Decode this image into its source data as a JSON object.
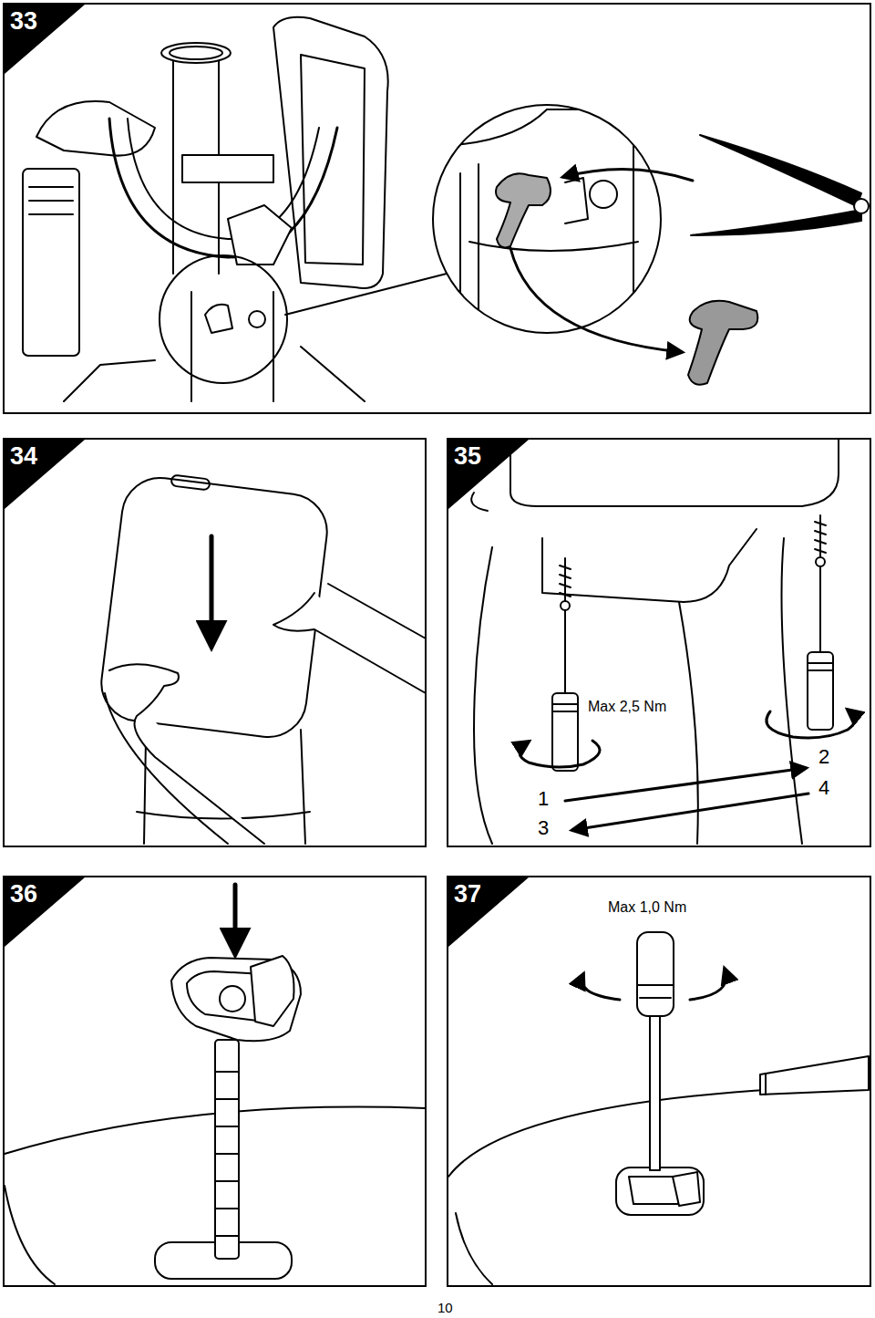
{
  "diagram": {
    "nodes": [
      {
        "text": [
          "33"
        ]
      },
      {
        "text": [
          "34"
        ]
      },
      {
        "text": [
          "35"
        ]
      },
      {
        "text": [
          "36"
        ]
      },
      {
        "text": [
          "37"
        ]
      }
    ],
    "edges": [],
    "labels": [
      "Max 2,5 Nm",
      "2",
      "4",
      "1",
      "3",
      "Max 1,0 Nm",
      "10"
    ]
  }
}
